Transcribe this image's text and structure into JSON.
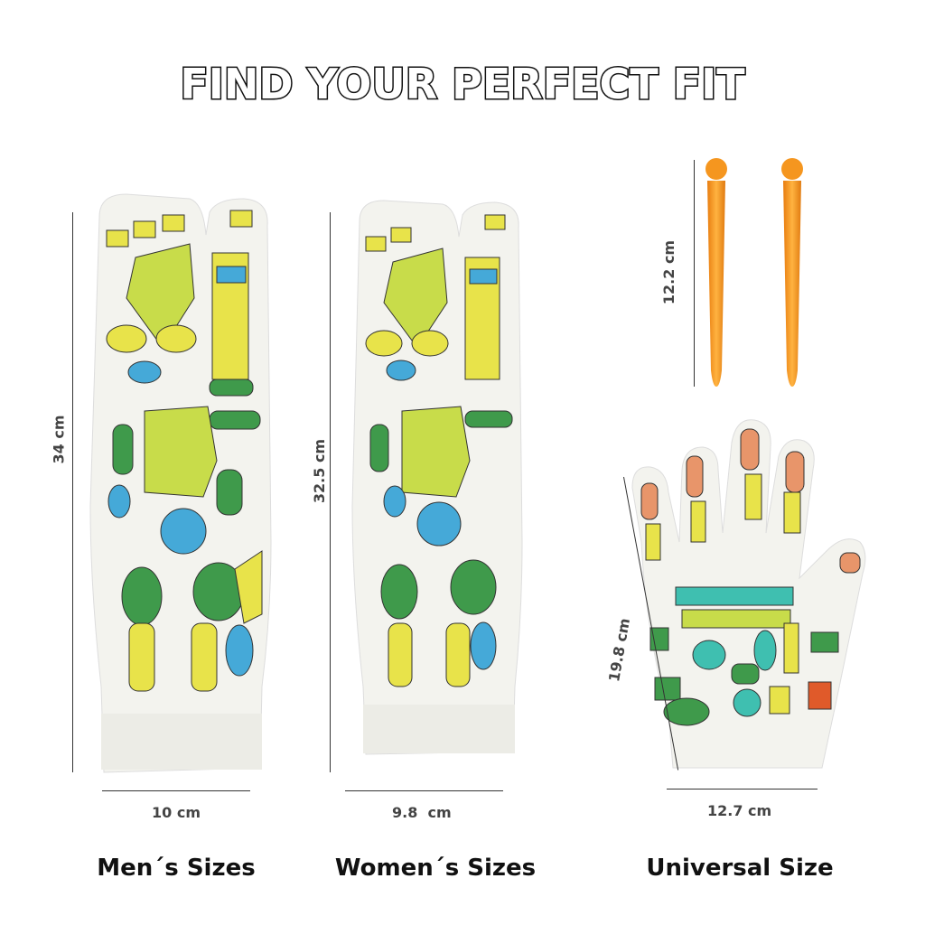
{
  "title": "FIND YOUR PERFECT FIT",
  "products": [
    {
      "name": "mens-sock",
      "height_label": "34 cm",
      "width_label": "10 cm",
      "caption": "Men´s Sizes"
    },
    {
      "name": "womens-sock",
      "height_label": "32.5 cm",
      "width_label": "9.8  cm",
      "caption": "Women´s Sizes"
    },
    {
      "name": "massage-stick",
      "height_label": "12.2 cm"
    },
    {
      "name": "reflexology-glove",
      "height_label": "19.8 cm",
      "width_label": "12.7 cm",
      "caption": "Universal Size"
    }
  ],
  "colors": {
    "stick": "#f5961f",
    "zone_yellow": "#e8e34a",
    "zone_green": "#3f9a4b",
    "zone_blue": "#45a9d8",
    "zone_lime": "#c8dc4a",
    "zone_orange": "#e8956a",
    "fabric": "#f3f3ee"
  }
}
